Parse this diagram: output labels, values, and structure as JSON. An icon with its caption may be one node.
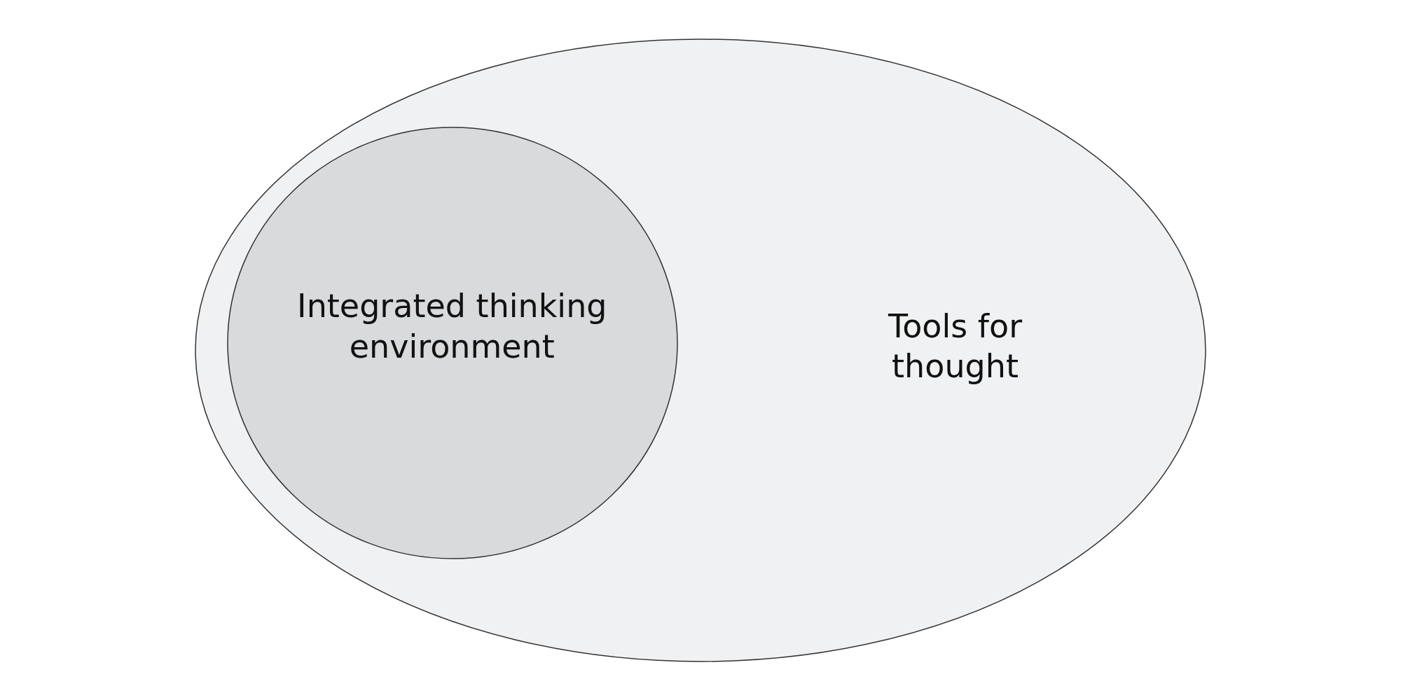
{
  "diagram": {
    "nodes": [
      {
        "text": [
          "Tools for thought"
        ]
      },
      {
        "text": [
          "Integrated thinking environment"
        ],
        "in": 0
      }
    ]
  }
}
